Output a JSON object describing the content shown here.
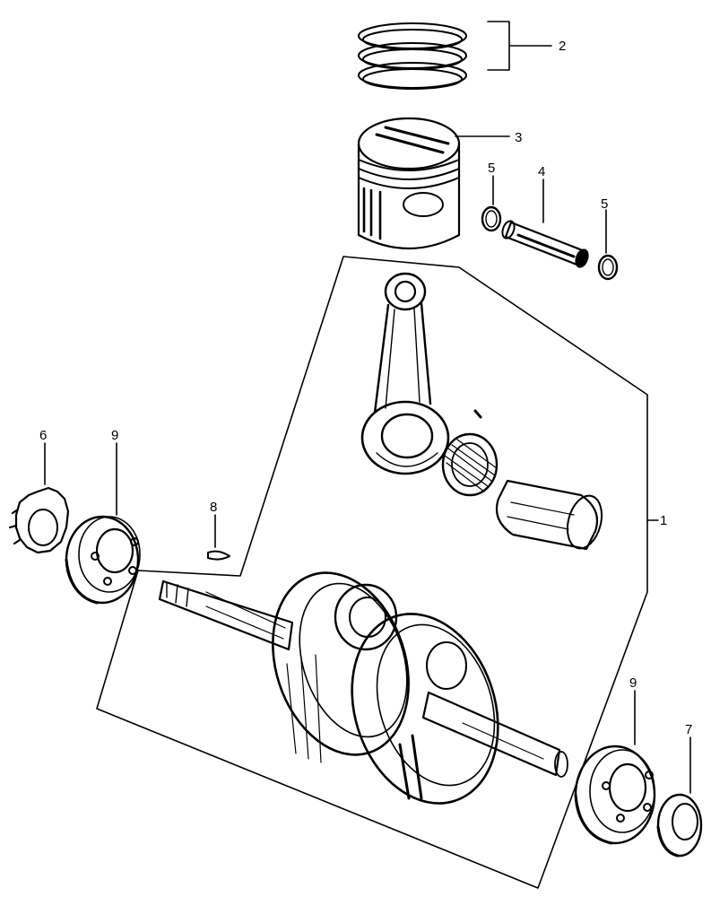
{
  "callouts": {
    "c1": "1",
    "c2": "2",
    "c3": "3",
    "c4": "4",
    "c5a": "5",
    "c5b": "5",
    "c6": "6",
    "c7": "7",
    "c8": "8",
    "c9a": "9",
    "c9b": "9"
  },
  "colors": {
    "ink": "#000000",
    "paper": "#ffffff"
  }
}
